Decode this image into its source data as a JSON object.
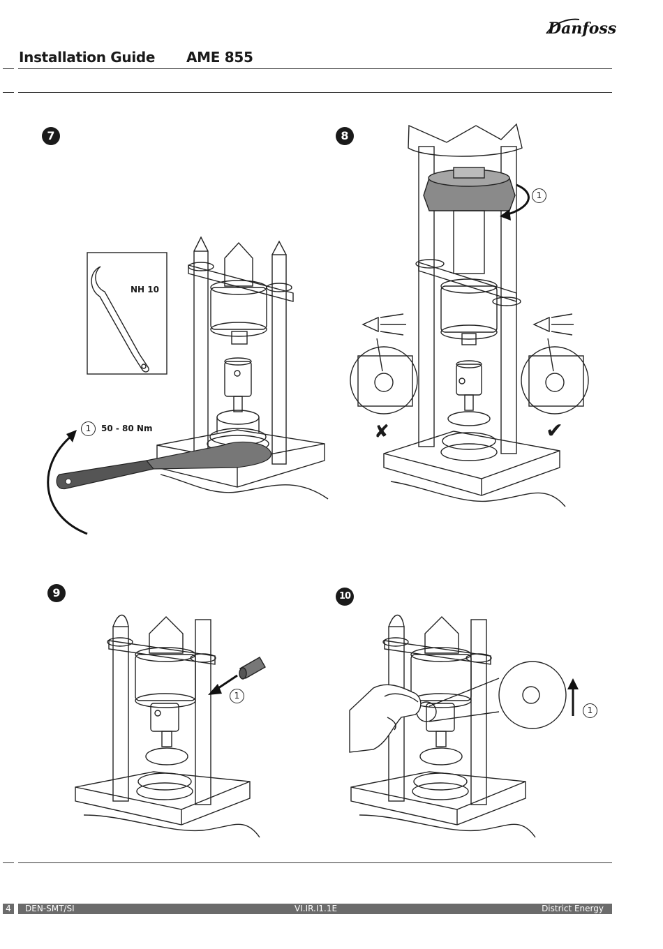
{
  "header": {
    "brand": "Danfoss",
    "guide_title": "Installation Guide",
    "product": "AME 855"
  },
  "steps": [
    {
      "number": "7",
      "tool_label": "NH 10",
      "torque_index": "1",
      "torque": "50 - 80 Nm"
    },
    {
      "number": "8",
      "action_index": "1",
      "wrong_mark": "✘",
      "right_mark": "✔"
    },
    {
      "number": "9",
      "action_index": "1"
    },
    {
      "number": "10",
      "action_index": "1"
    }
  ],
  "footer": {
    "page": "4",
    "department": "DEN-SMT/SI",
    "code": "VI.IR.I1.1E",
    "section": "District Energy"
  },
  "colors": {
    "ink": "#1a1a1a",
    "footer_bar": "#6b6b6b",
    "part_grey": "#8a8a8a"
  }
}
